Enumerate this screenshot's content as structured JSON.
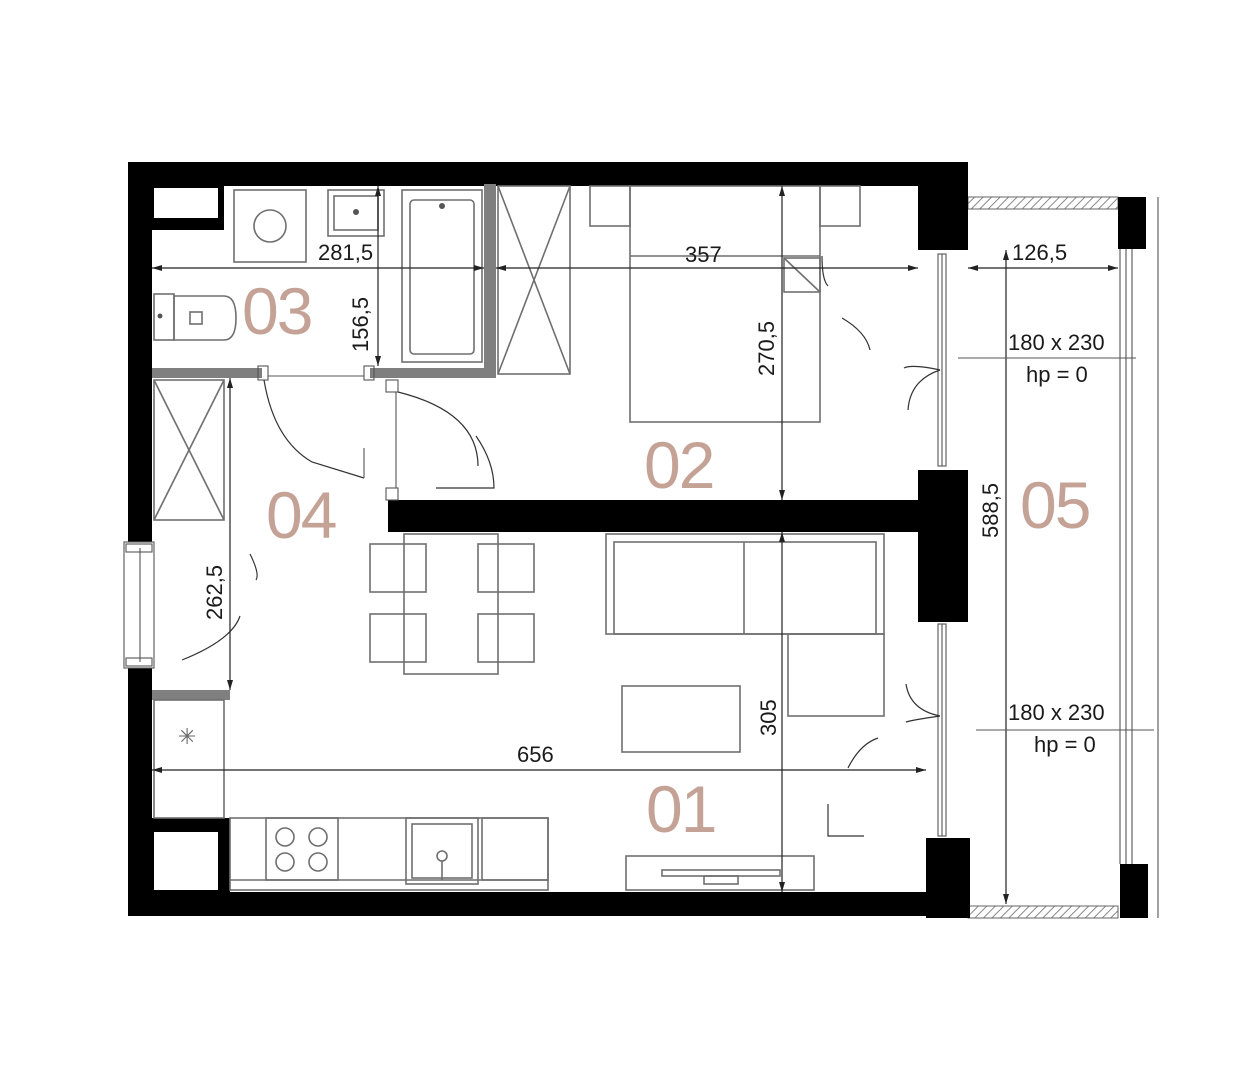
{
  "rooms": {
    "r01": "01",
    "r02": "02",
    "r03": "03",
    "r04": "04",
    "r05": "05"
  },
  "dimensions": {
    "d_281_5": "281,5",
    "d_357": "357",
    "d_126_5": "126,5",
    "d_156_5": "156,5",
    "d_270_5": "270,5",
    "d_588_5": "588,5",
    "d_262_5": "262,5",
    "d_305": "305",
    "d_656": "656"
  },
  "windows": {
    "w1_size": "180 x 230",
    "w1_hp": "hp = 0",
    "w2_size": "180 x 230",
    "w2_hp": "hp = 0"
  },
  "colors": {
    "room_label": "#c4a296",
    "wall": "#000000",
    "partition": "#7f7f7f"
  }
}
